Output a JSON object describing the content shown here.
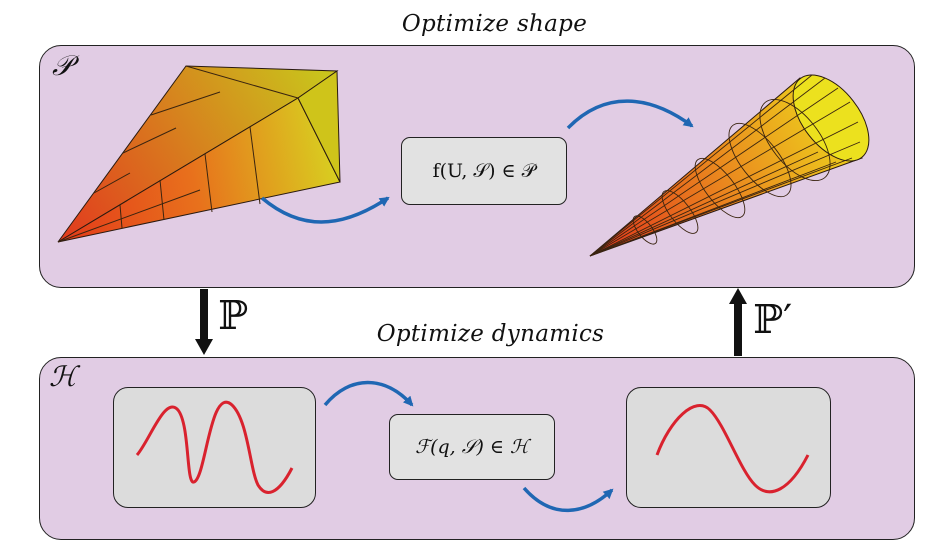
{
  "headings": {
    "shape": "Optimize shape",
    "dynamics": "Optimize dynamics"
  },
  "spaces": {
    "shape_space": "𝒫",
    "dynamics_space": "ℋ"
  },
  "formulas": {
    "shape_map": "f(U, 𝒮) ∈ 𝒫",
    "dynamics_map": "ℱ(q, 𝒮) ∈ ℋ"
  },
  "projections": {
    "down": "ℙ",
    "up": "ℙ′"
  },
  "colors": {
    "panel_fill": "#e1cce4",
    "box_fill": "#e2e2e2",
    "curve_red": "#d9222e",
    "arrow_blue": "#1f67b3",
    "shape_tip": "#e23a1e",
    "shape_base": "#e2e21a"
  },
  "icons": {
    "initial_shape": "wedge-shape-icon",
    "optimized_shape": "cone-shape-icon"
  }
}
